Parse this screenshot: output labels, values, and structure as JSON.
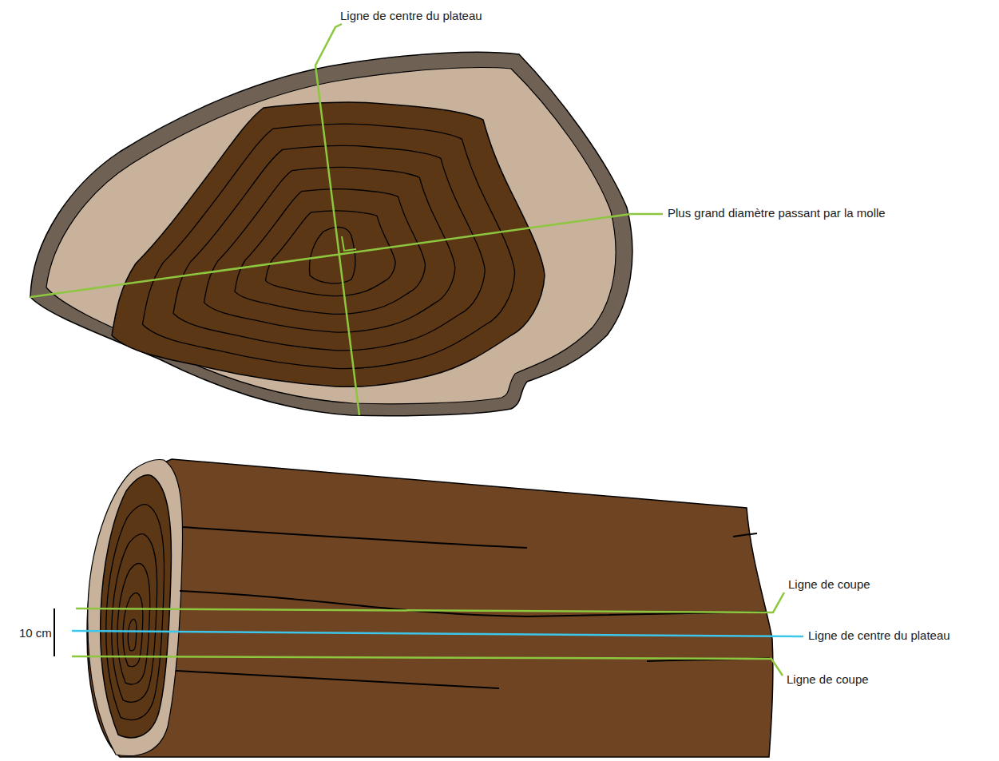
{
  "diagram": {
    "labels": [
      "Ligne de centre du plateau",
      "Plus grand diamètre passant par la molle",
      "10 cm",
      "Ligne de coupe",
      "Ligne de centre du plateau",
      "Ligne de coupe"
    ]
  }
}
